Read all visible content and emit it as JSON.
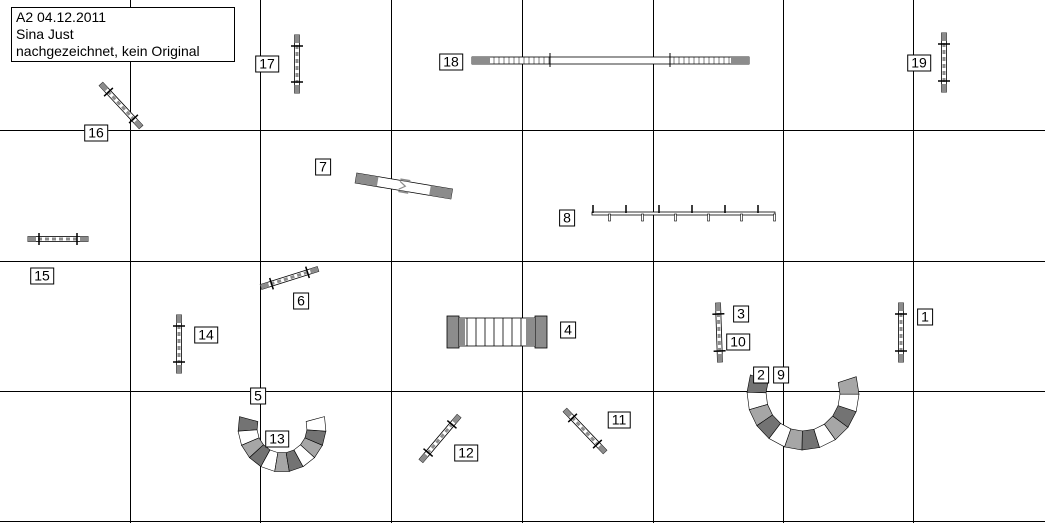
{
  "header": {
    "line1": "A2 04.12.2011",
    "line2": "Sina Just",
    "line3": "nachgezeichnet, kein Original"
  },
  "labels": [
    "1",
    "2",
    "3",
    "4",
    "5",
    "6",
    "7",
    "8",
    "9",
    "10",
    "11",
    "12",
    "13",
    "14",
    "15",
    "16",
    "17",
    "18",
    "19"
  ],
  "colors": {
    "grid": "#000000",
    "obstacle_gray": "#8c8c8c",
    "dark_gray": "#737373"
  }
}
